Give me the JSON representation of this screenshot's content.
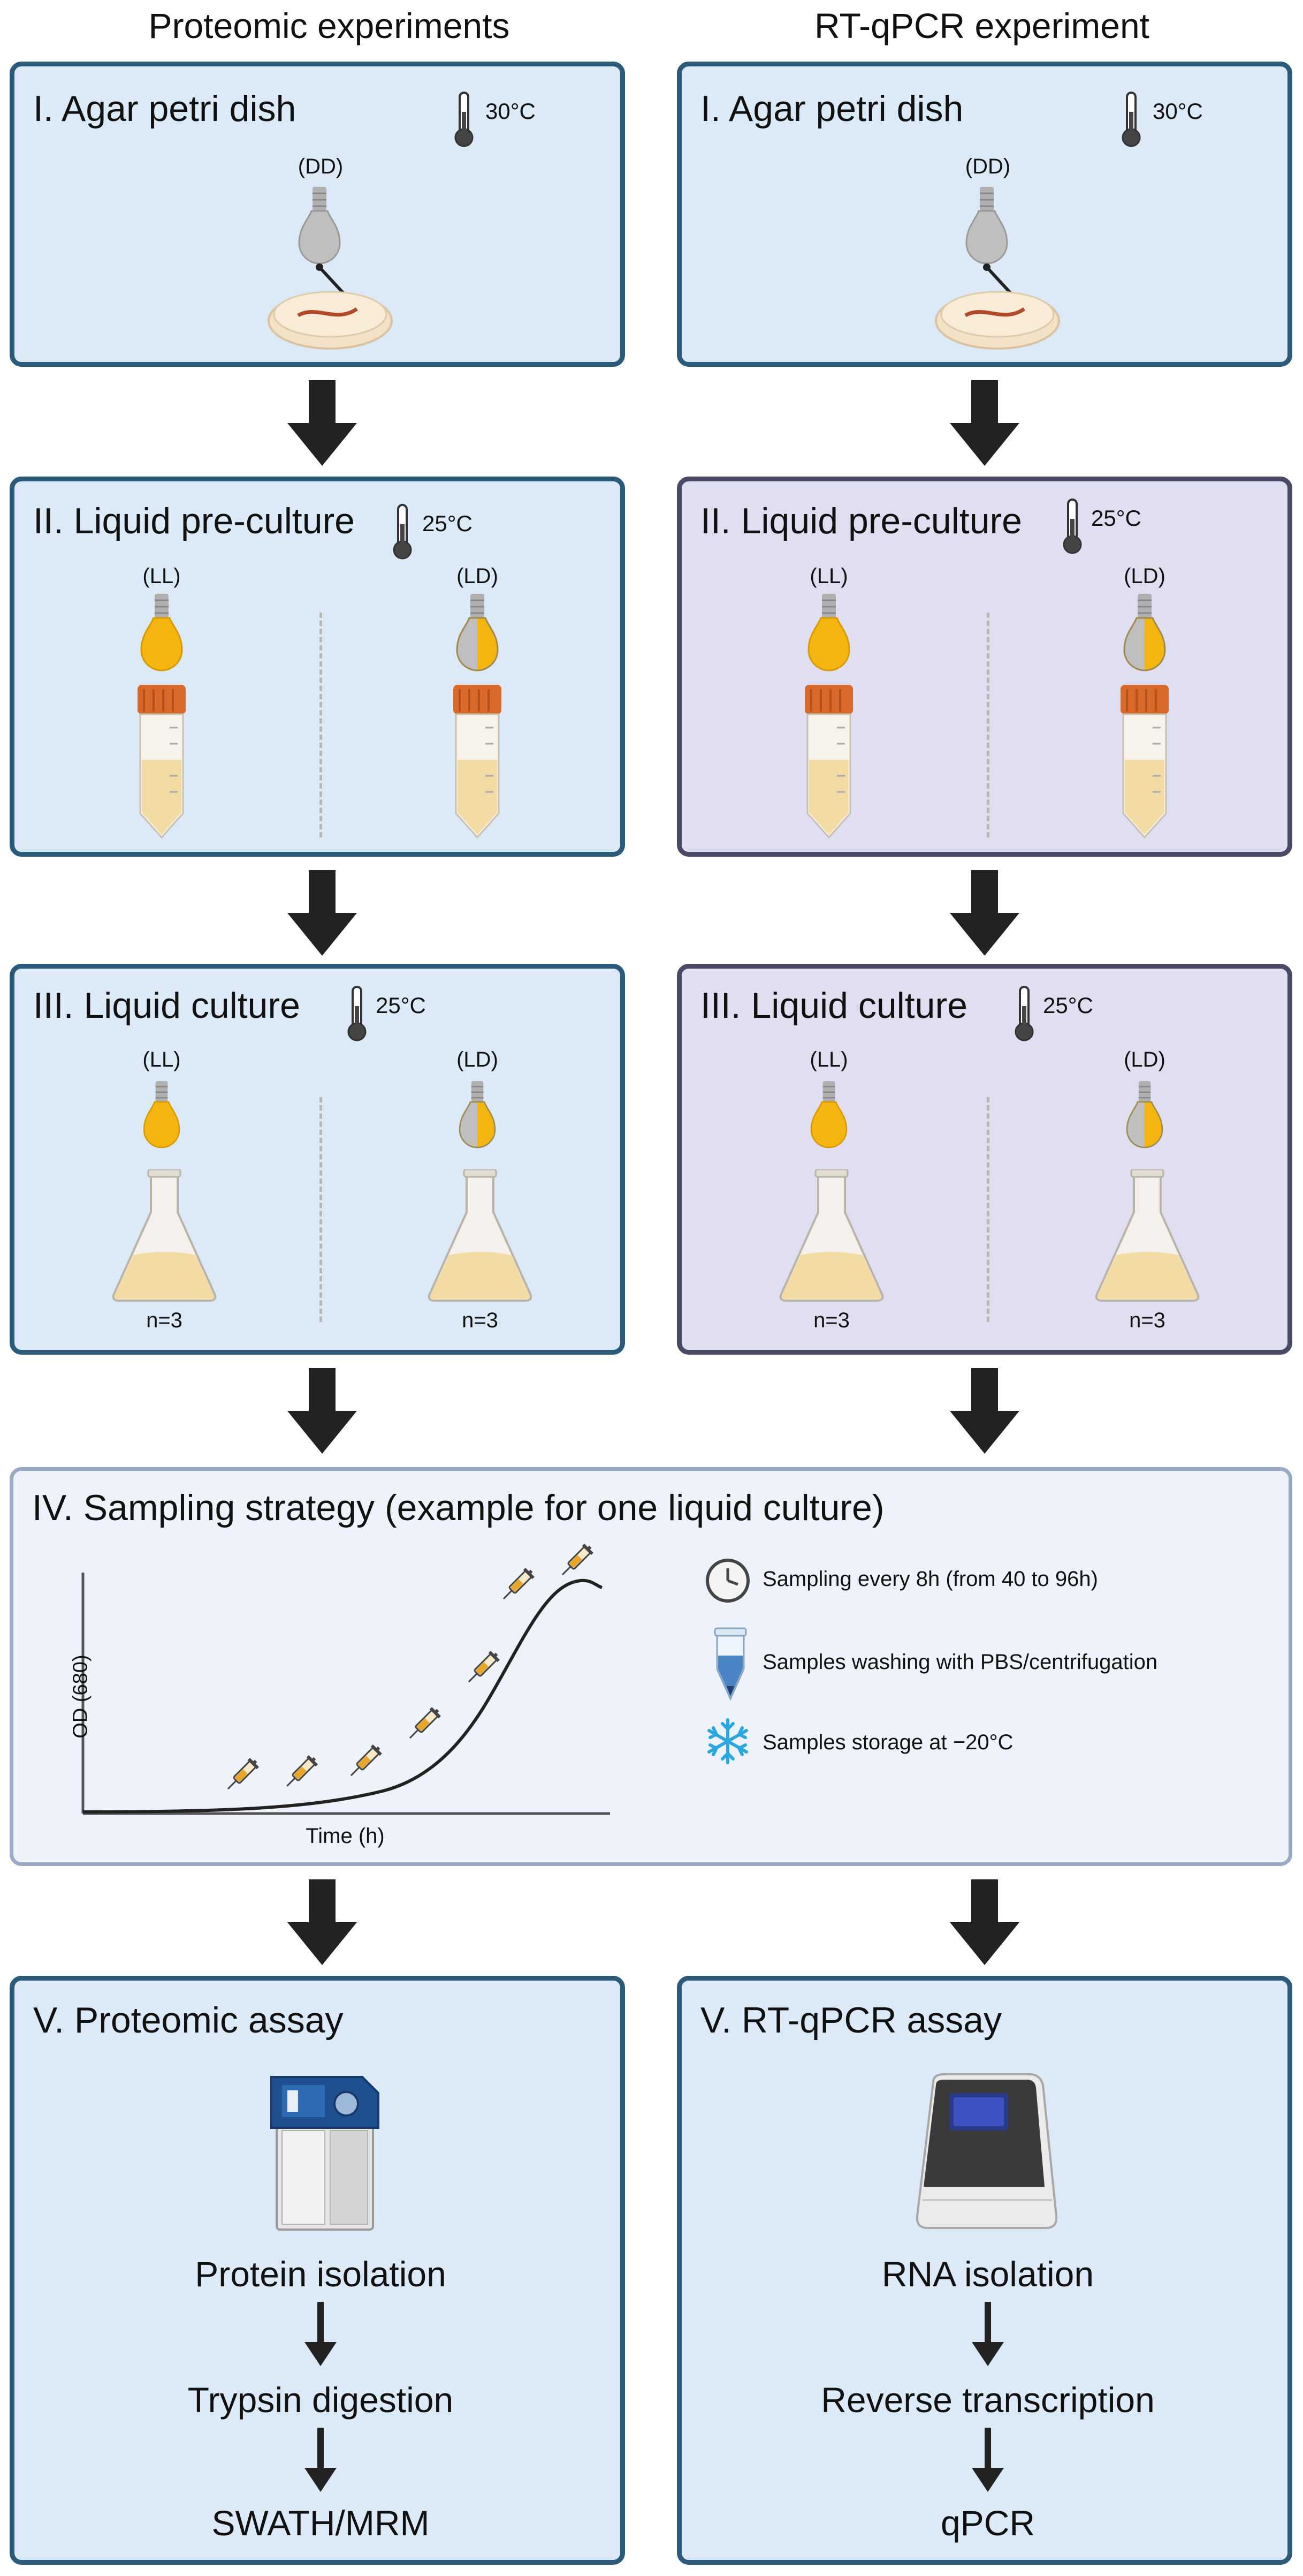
{
  "columns": {
    "left_title": "Proteomic experiments",
    "right_title": "RT-qPCR experiment"
  },
  "stage1": {
    "title": "I. Agar petri dish",
    "temperature": "30°C",
    "light_label": "(DD)"
  },
  "stage2": {
    "title": "II. Liquid pre-culture",
    "temperature": "25°C",
    "label_left": "(LL)",
    "label_right": "(LD)"
  },
  "stage3": {
    "title": "III. Liquid culture",
    "temperature": "25°C",
    "label_left": "(LL)",
    "label_right": "(LD)",
    "n_left": "n=3",
    "n_right": "n=3"
  },
  "stage4": {
    "title": "IV. Sampling strategy (example for one liquid culture)",
    "y_axis_label": "OD (680)",
    "x_axis_label": "Time (h)",
    "legend": [
      {
        "icon": "clock-icon",
        "text": "Sampling every 8h (from 40 to 96h)"
      },
      {
        "icon": "tube-icon",
        "text": "Samples washing with PBS/centrifugation"
      },
      {
        "icon": "snowflake-icon",
        "text": "Samples storage at −20°C"
      }
    ]
  },
  "stage5": {
    "left": {
      "title": "V. Proteomic assay",
      "steps": [
        "Protein isolation",
        "Trypsin digestion",
        "SWATH/MRM"
      ]
    },
    "right": {
      "title": "V. RT-qPCR assay",
      "steps": [
        "RNA isolation",
        "Reverse transcription",
        "qPCR"
      ]
    }
  },
  "colors": {
    "box_blue_fill": "#dce9f7",
    "box_blue_border": "#2c5a7a",
    "box_violet_fill": "#dfdff1",
    "box_violet_border": "#4b4a66",
    "bulb_on": "#f5b50f",
    "tube_cap": "#d9692a",
    "culture_liquid": "#f2dca4",
    "arrow": "#222222"
  }
}
